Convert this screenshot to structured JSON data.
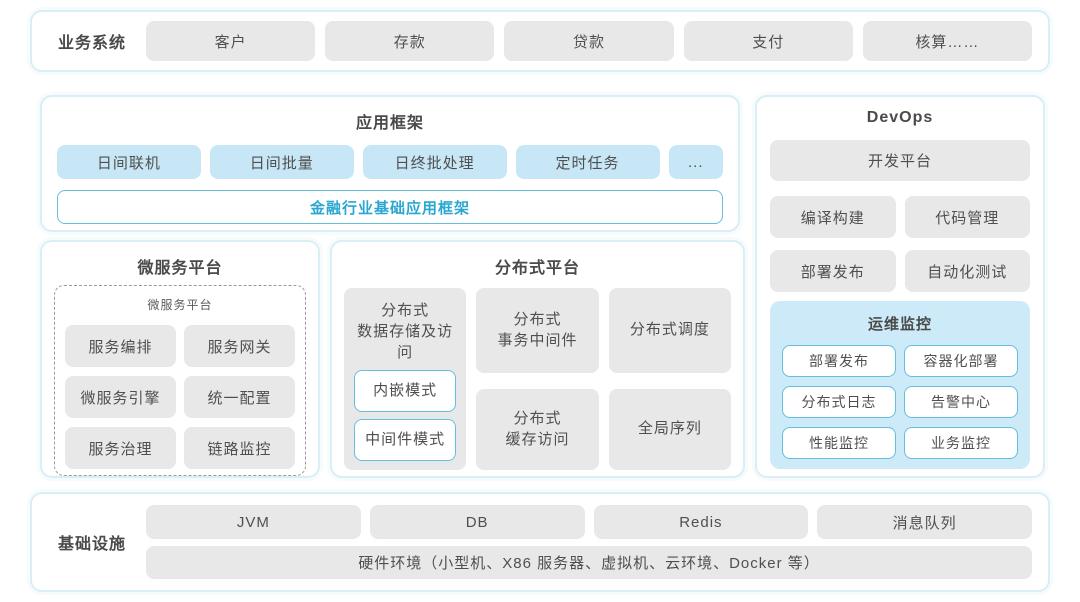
{
  "colors": {
    "section_border": "#daeef6",
    "gray_fill": "#e8e8e9",
    "blue_fill": "#c8e7f6",
    "blue_border": "#66bedd",
    "blue_text": "#2aa7d0",
    "monitor_bg": "#cdeaf8",
    "text": "#4a4a4a"
  },
  "business": {
    "label": "业务系统",
    "items": [
      "客户",
      "存款",
      "贷款",
      "支付",
      "核算……"
    ]
  },
  "app_framework": {
    "title": "应用框架",
    "items": [
      "日间联机",
      "日间批量",
      "日终批处理",
      "定时任务",
      "..."
    ],
    "base": "金融行业基础应用框架"
  },
  "devops": {
    "title": "DevOps",
    "platform": "开发平台",
    "items": [
      "编译构建",
      "代码管理",
      "部署发布",
      "自动化测试"
    ],
    "monitor": {
      "title": "运维监控",
      "items": [
        "部署发布",
        "容器化部署",
        "分布式日志",
        "告警中心",
        "性能监控",
        "业务监控"
      ]
    }
  },
  "microservice": {
    "title": "微服务平台",
    "inner_title": "微服务平台",
    "items": [
      "服务编排",
      "服务网关",
      "微服务引擎",
      "统一配置",
      "服务治理",
      "链路监控"
    ]
  },
  "distributed": {
    "title": "分布式平台",
    "storage": {
      "line1": "分布式",
      "line2": "数据存储及访问",
      "modes": [
        "内嵌模式",
        "中间件模式"
      ]
    },
    "tx": {
      "line1": "分布式",
      "line2": "事务中间件"
    },
    "schedule": "分布式调度",
    "cache": {
      "line1": "分布式",
      "line2": "缓存访问"
    },
    "sequence": "全局序列"
  },
  "infrastructure": {
    "label": "基础设施",
    "items": [
      "JVM",
      "DB",
      "Redis",
      "消息队列"
    ],
    "hardware": "硬件环境（小型机、X86 服务器、虚拟机、云环境、Docker 等）"
  }
}
